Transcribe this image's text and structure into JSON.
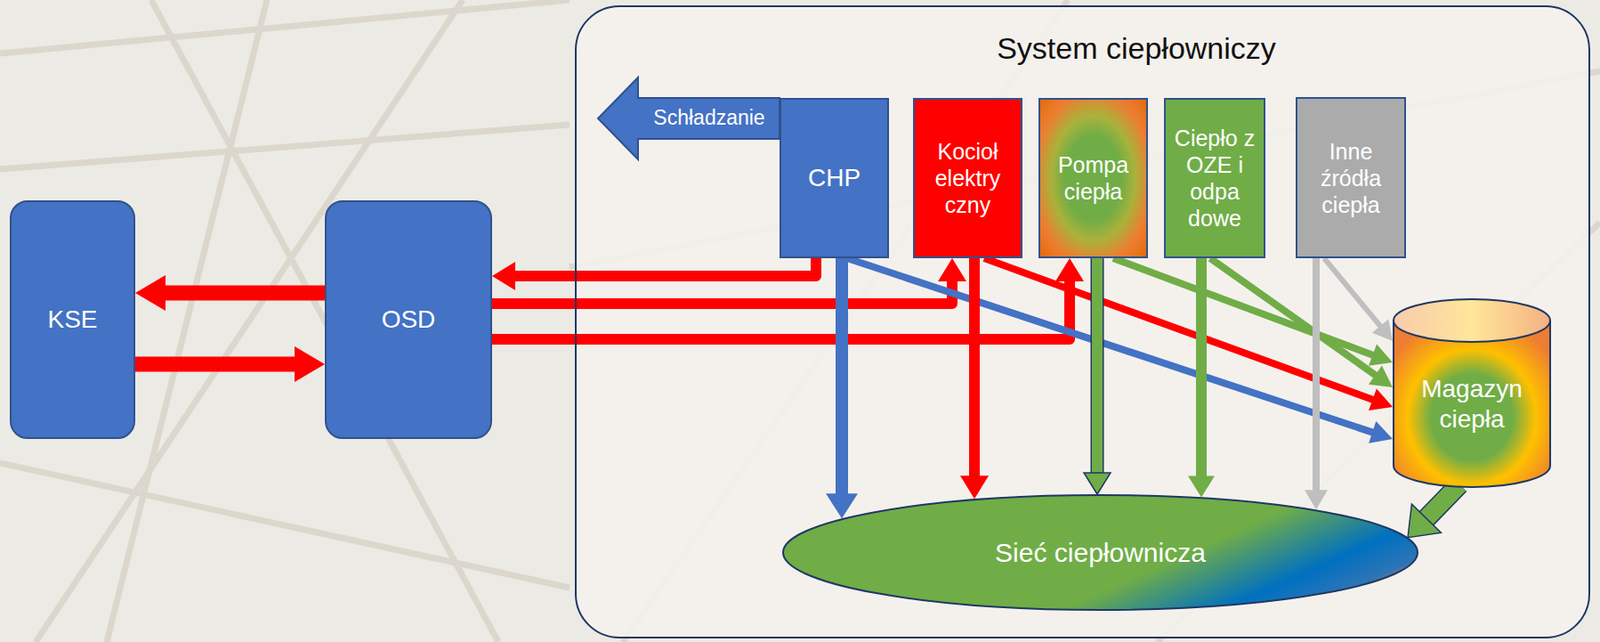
{
  "diagram": {
    "nodes": [
      {
        "text": [
          "KSE"
        ]
      },
      {
        "text": [
          "OSD"
        ]
      },
      {
        "text": [
          "System ciepłowniczy"
        ]
      },
      {
        "text": [
          "Schładzanie"
        ],
        "in": 2
      },
      {
        "text": [
          "CHP"
        ],
        "in": 2
      },
      {
        "text": [
          "Kocioł elektry czny"
        ],
        "in": 2
      },
      {
        "text": [
          "Pompa ciepła"
        ],
        "in": 2
      },
      {
        "text": [
          "Ciepło z OZE i odpa dowe"
        ],
        "in": 2
      },
      {
        "text": [
          "Inne źródła ciepła"
        ],
        "in": 2
      },
      {
        "text": [
          "Magazyn ciepła"
        ],
        "in": 2
      },
      {
        "text": [
          "Sieć ciepłownicza"
        ],
        "in": 2
      }
    ],
    "edges": [
      {
        "from": 4,
        "to": 1,
        "arrow": "to"
      },
      {
        "from": 1,
        "to": 0,
        "arrow": "to"
      },
      {
        "from": 0,
        "to": 1,
        "arrow": "to"
      },
      {
        "from": 1,
        "to": 5,
        "arrow": "to"
      },
      {
        "from": 1,
        "to": 6,
        "arrow": "to"
      },
      {
        "from": 4,
        "to": 10,
        "arrow": "to"
      },
      {
        "from": 4,
        "to": 9,
        "arrow": "to"
      },
      {
        "from": 5,
        "to": 10,
        "arrow": "to"
      },
      {
        "from": 5,
        "to": 9,
        "arrow": "to"
      },
      {
        "from": 6,
        "to": 10,
        "arrow": "to"
      },
      {
        "from": 6,
        "to": 9,
        "arrow": "to"
      },
      {
        "from": 7,
        "to": 10,
        "arrow": "to"
      },
      {
        "from": 7,
        "to": 9,
        "arrow": "to"
      },
      {
        "from": 8,
        "to": 10,
        "arrow": "to"
      },
      {
        "from": 8,
        "to": 9,
        "arrow": "to"
      },
      {
        "from": 9,
        "to": 10,
        "arrow": "to"
      }
    ]
  }
}
